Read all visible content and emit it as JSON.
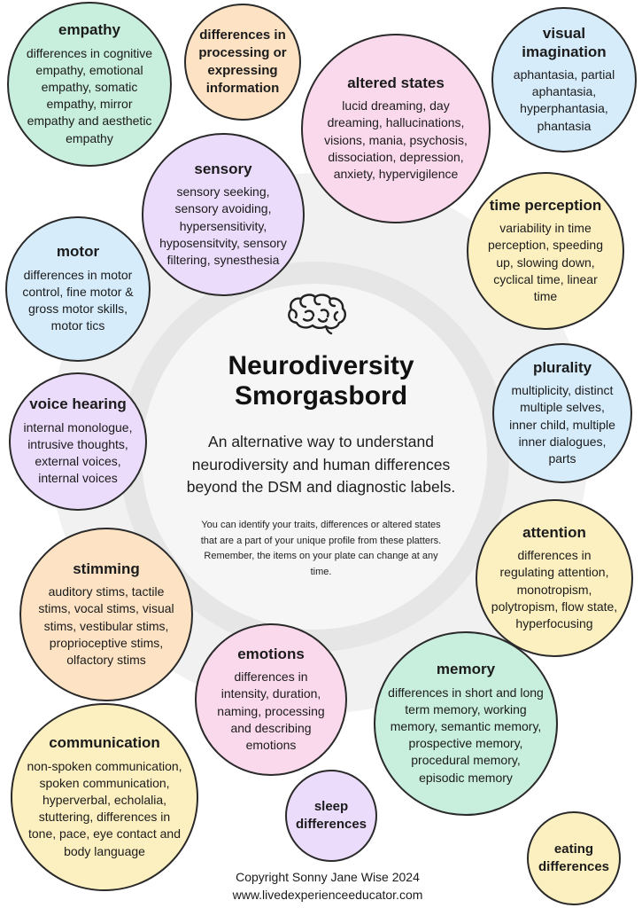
{
  "title": "Neurodiversity Smorgasbord",
  "subtitle": "An alternative way to understand neurodiversity and human differences beyond the DSM and diagnostic labels.",
  "note": "You can identify your traits, differences or altered states that are a part of your unique profile from these platters. Remember, the items on your plate can change at any time.",
  "footer": {
    "copyright": "Copyright Sonny Jane Wise 2024",
    "website": "www.livedexperienceeducator.com"
  },
  "colors": {
    "green": "#c8eedd",
    "orange": "#fde3c4",
    "pink": "#fbd9ec",
    "blue": "#d6ecfb",
    "purple": "#ecdcfb",
    "yellow": "#fdf0c0"
  },
  "icon": "brain-icon",
  "bubbles": {
    "empathy": {
      "title": "empathy",
      "body": "differences in cognitive empathy, emotional empathy, somatic empathy, mirror empathy and aesthetic empathy"
    },
    "processing": {
      "title": "differences in processing or expressing information"
    },
    "altered": {
      "title": "altered states",
      "body": "lucid dreaming, day dreaming, hallucinations, visions, mania, psychosis, dissociation, depression, anxiety, hypervigilence"
    },
    "visual": {
      "title": "visual imagination",
      "body": "aphantasia, partial aphantasia, hyperphantasia, phantasia"
    },
    "sensory": {
      "title": "sensory",
      "body": "sensory seeking, sensory avoiding, hypersensitivity, hyposensitvity, sensory filtering, synesthesia"
    },
    "time": {
      "title": "time perception",
      "body": "variability in time perception, speeding up, slowing down, cyclical time, linear time"
    },
    "motor": {
      "title": "motor",
      "body": "differences in motor control, fine motor & gross motor skills, motor tics"
    },
    "plurality": {
      "title": "plurality",
      "body": "multiplicity, distinct multiple selves, inner child, multiple inner dialogues, parts"
    },
    "voice": {
      "title": "voice hearing",
      "body": "internal monologue, intrusive thoughts, external voices, internal voices"
    },
    "attention": {
      "title": "attention",
      "body": "differences in regulating attention, monotropism, polytropism, flow state, hyperfocusing"
    },
    "stimming": {
      "title": "stimming",
      "body": "auditory stims, tactile stims, vocal stims, visual stims, vestibular stims, proprioceptive stims, olfactory stims"
    },
    "emotions": {
      "title": "emotions",
      "body": "differences in intensity, duration, naming, processing and describing emotions"
    },
    "memory": {
      "title": "memory",
      "body": "differences in short and long term memory, working memory, semantic memory, prospective memory, procedural memory, episodic memory"
    },
    "communication": {
      "title": "communication",
      "body": "non-spoken communication, spoken communication, hyperverbal, echolalia, stuttering, differences in tone, pace, eye contact and body language"
    },
    "sleep": {
      "title": "sleep differences"
    },
    "eating": {
      "title": "eating differences"
    }
  }
}
